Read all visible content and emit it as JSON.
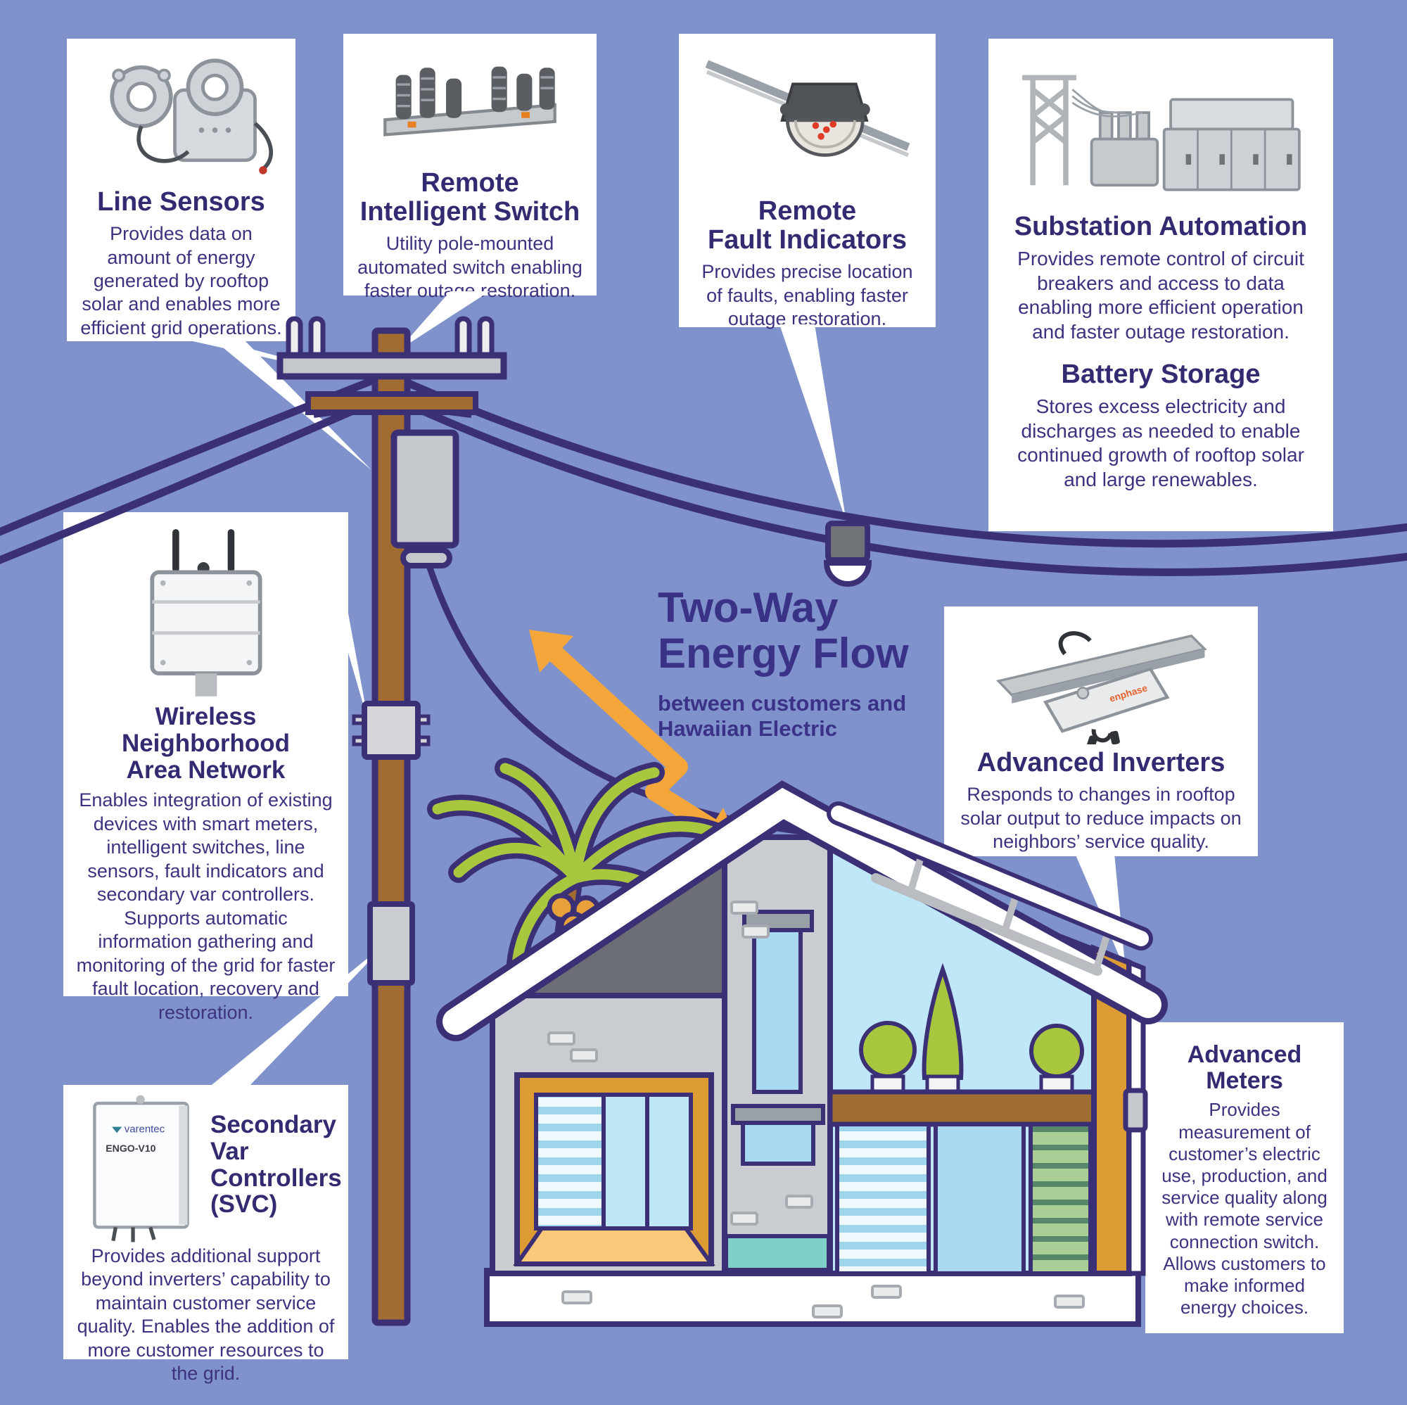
{
  "colors": {
    "background": "#8092cb",
    "outline_purple": "#3b2f75",
    "text_indigo": "#38307c",
    "arrow_orange": "#f4a63b",
    "pole_brown": "#a16c31",
    "box_white": "#ffffff"
  },
  "heading": {
    "title": "Two-Way\nEnergy Flow",
    "subtitle": "between customers and\nHawaiian Electric"
  },
  "callouts": {
    "line_sensors": {
      "title": "Line Sensors",
      "body": "Provides data on amount of energy generated by rooftop solar and enables more efficient grid operations."
    },
    "remote_intelligent_switch": {
      "title": "Remote\nIntelligent Switch",
      "body": "Utility pole-mounted automated switch enabling faster outage restoration."
    },
    "remote_fault_indicators": {
      "title": "Remote\nFault Indicators",
      "body": "Provides precise location of faults, enabling faster outage restoration."
    },
    "substation_automation": {
      "title": "Substation Automation",
      "body": "Provides remote control of circuit breakers and access to data enabling more efficient operation and faster outage restoration."
    },
    "battery_storage": {
      "title": "Battery Storage",
      "body": "Stores excess electricity and discharges as needed to enable continued growth of rooftop solar and large renewables."
    },
    "wireless_nan": {
      "title": "Wireless\nNeighborhood\nArea Network",
      "body": "Enables integration of existing devices with smart meters, intelligent switches, line sensors, fault indicators and secondary var controllers. Supports automatic information gathering and monitoring of the grid for faster fault location, recovery and restoration."
    },
    "advanced_inverters": {
      "title": "Advanced Inverters",
      "body": "Responds to changes in rooftop solar output to reduce impacts on neighbors’ service quality."
    },
    "svc": {
      "title": "Secondary\nVar Controllers\n(SVC)",
      "body": "Provides additional support beyond inverters’ capability to maintain customer service quality. Enables the addition of more customer resources to the grid."
    },
    "advanced_meters": {
      "title": "Advanced\nMeters",
      "body": "Provides measurement of customer’s electric use, production, and service quality along with remote service connection switch. Allows customers to make informed energy choices."
    }
  },
  "device_labels": {
    "svc_brand": "varentec",
    "svc_model": "ENGO-V10",
    "inverter_brand": "enphase"
  }
}
